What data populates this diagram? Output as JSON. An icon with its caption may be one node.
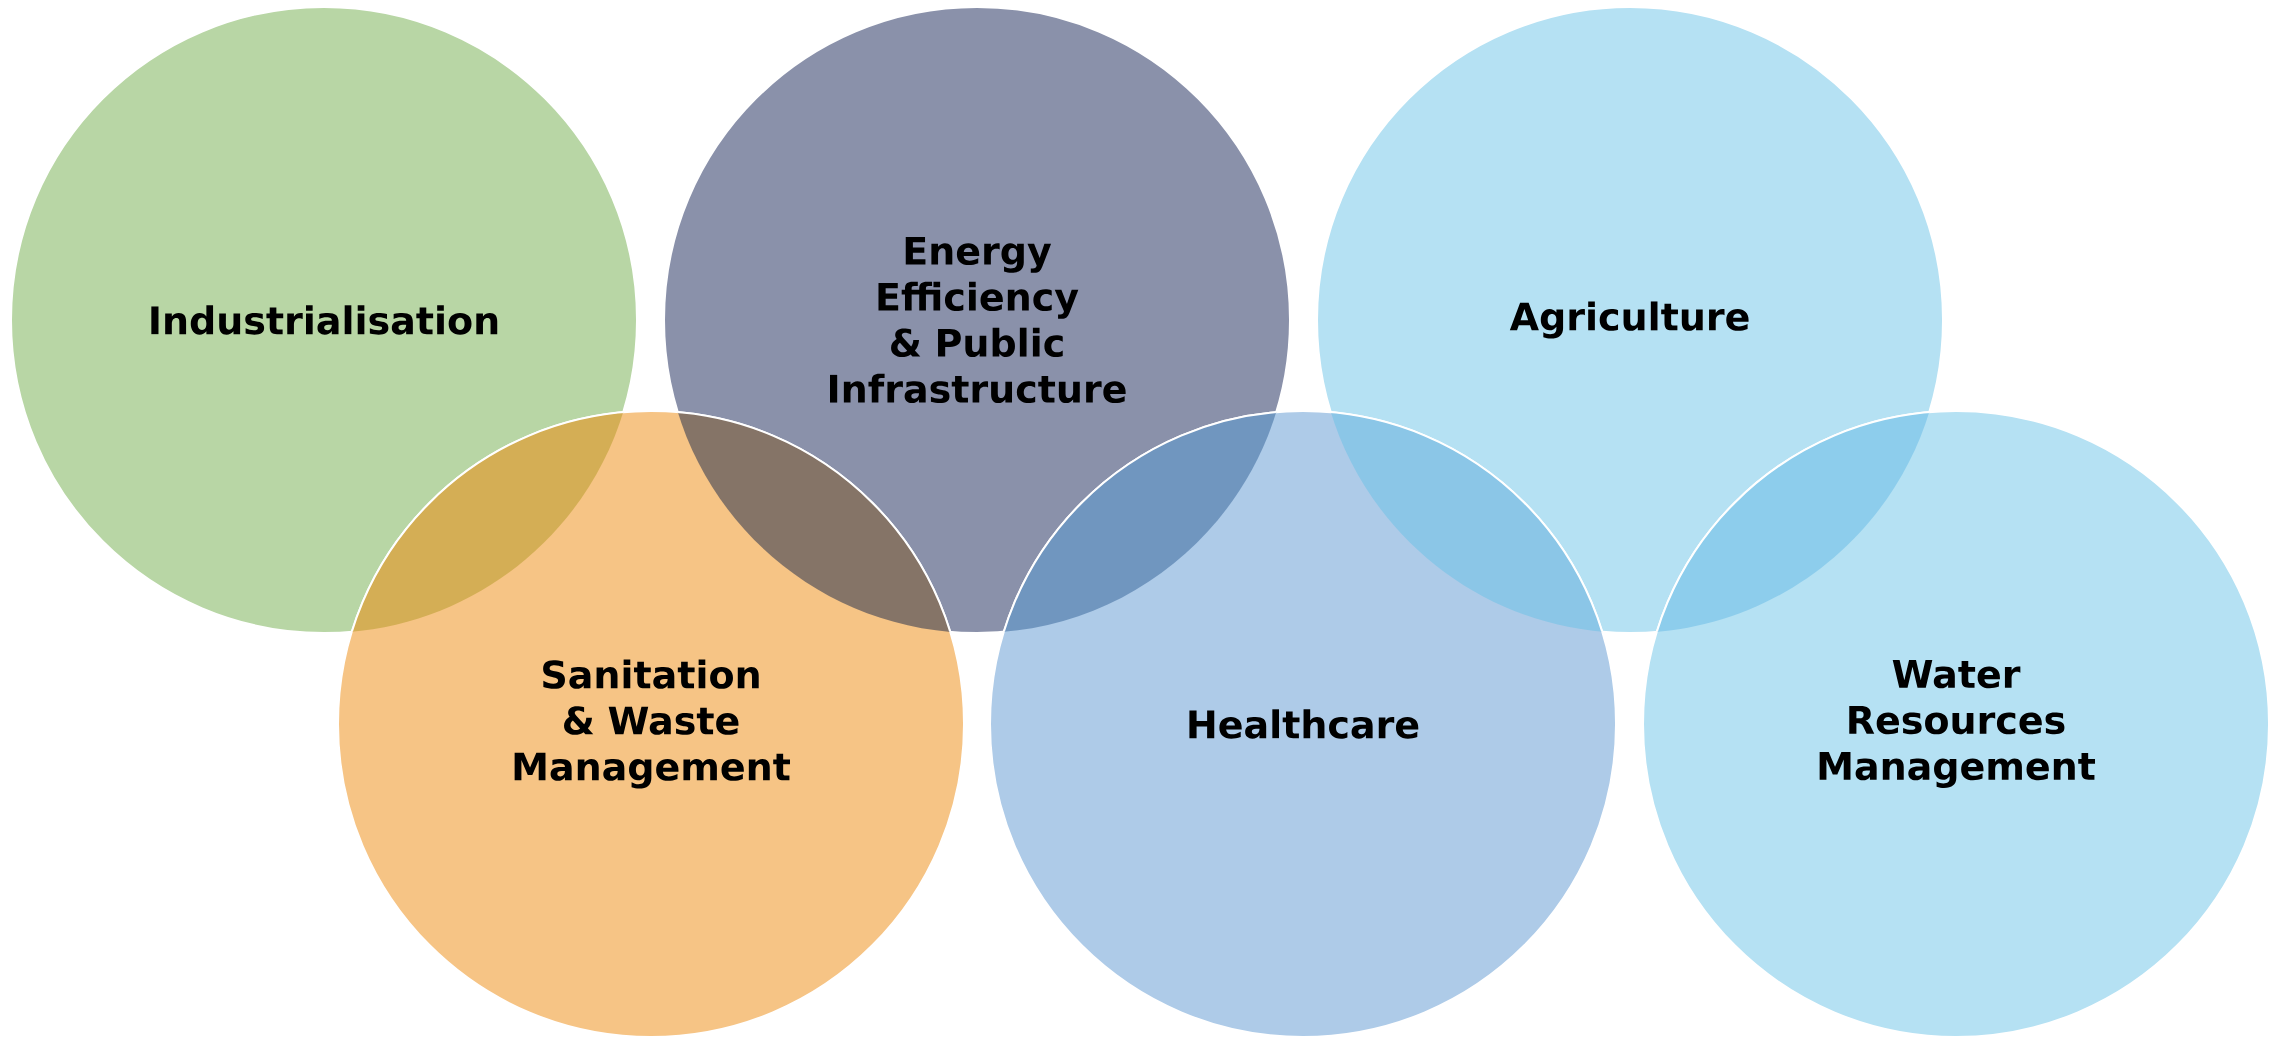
{
  "diagram": {
    "nodes": [
      {
        "text": [
          "Industrialisation"
        ]
      },
      {
        "text": [
          "Energy Efficiency & Public Infrastructure"
        ]
      },
      {
        "text": [
          "Agriculture"
        ]
      },
      {
        "text": [
          "Sanitation & Waste Management"
        ]
      },
      {
        "text": [
          "Healthcare"
        ]
      },
      {
        "text": [
          "Water Resources Management"
        ]
      }
    ]
  }
}
